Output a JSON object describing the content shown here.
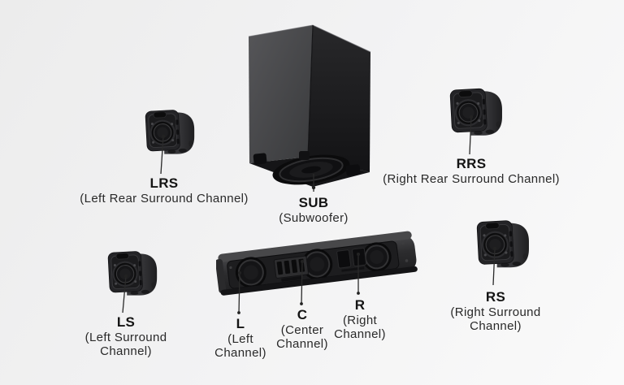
{
  "diagram": {
    "channels": [
      {
        "id": "lrs",
        "code": "LRS",
        "desc": "(Left Rear Surround Channel)"
      },
      {
        "id": "sub",
        "code": "SUB",
        "desc": "(Subwoofer)"
      },
      {
        "id": "rrs",
        "code": "RRS",
        "desc": "(Right Rear Surround Channel)"
      },
      {
        "id": "l",
        "code": "L",
        "desc": "(Left Channel)"
      },
      {
        "id": "c",
        "code": "C",
        "desc": "(Center Channel)"
      },
      {
        "id": "r",
        "code": "R",
        "desc": "(Right Channel)"
      },
      {
        "id": "ls",
        "code": "LS",
        "desc": "(Left Surround Channel)"
      },
      {
        "id": "rs",
        "code": "RS",
        "desc": "(Right Surround Channel)"
      }
    ]
  },
  "colors": {
    "background_start": "#ececec",
    "background_end": "#fafafa",
    "label_code": "#141414",
    "label_desc": "#292929",
    "leader_line": "#2a2a2a",
    "speaker_body": "#2c2c2e"
  }
}
